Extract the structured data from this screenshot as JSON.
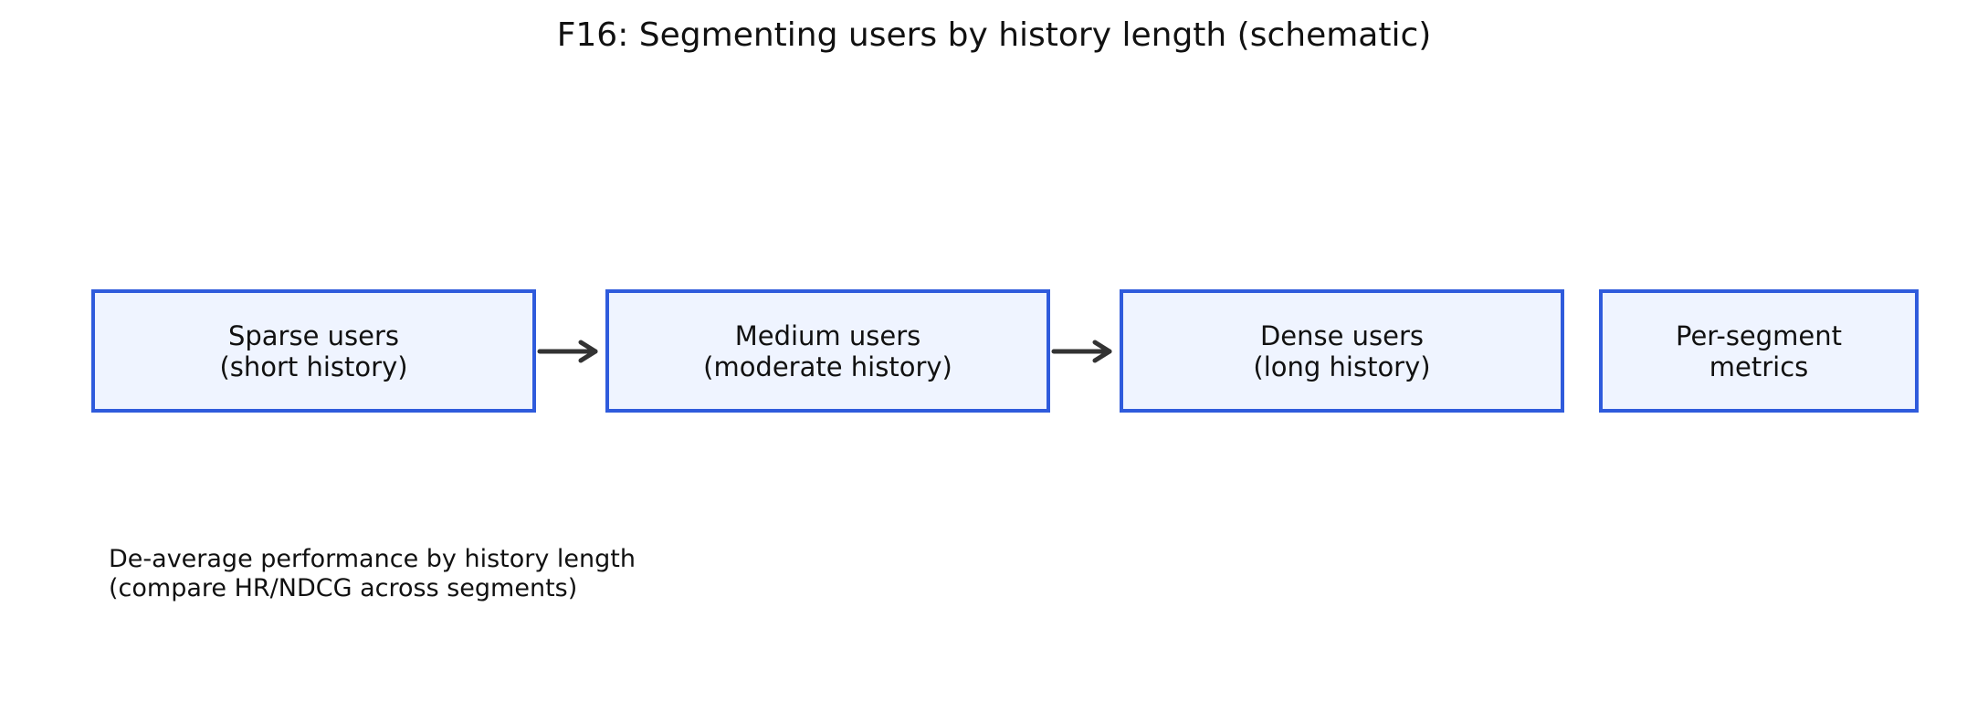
{
  "title": "F16: Segmenting users by history length (schematic)",
  "nodes": [
    {
      "line1": "Sparse users",
      "line2": "(short history)"
    },
    {
      "line1": "Medium users",
      "line2": "(moderate history)"
    },
    {
      "line1": "Dense users",
      "line2": "(long history)"
    },
    {
      "line1": "Per-segment",
      "line2": "metrics"
    }
  ],
  "note": {
    "line1": "De-average performance by history length",
    "line2": "(compare HR/NDCG across segments)"
  },
  "colors": {
    "box_border": "#2f5bdc",
    "box_fill": "#eff4ff",
    "arrow": "#333333"
  }
}
